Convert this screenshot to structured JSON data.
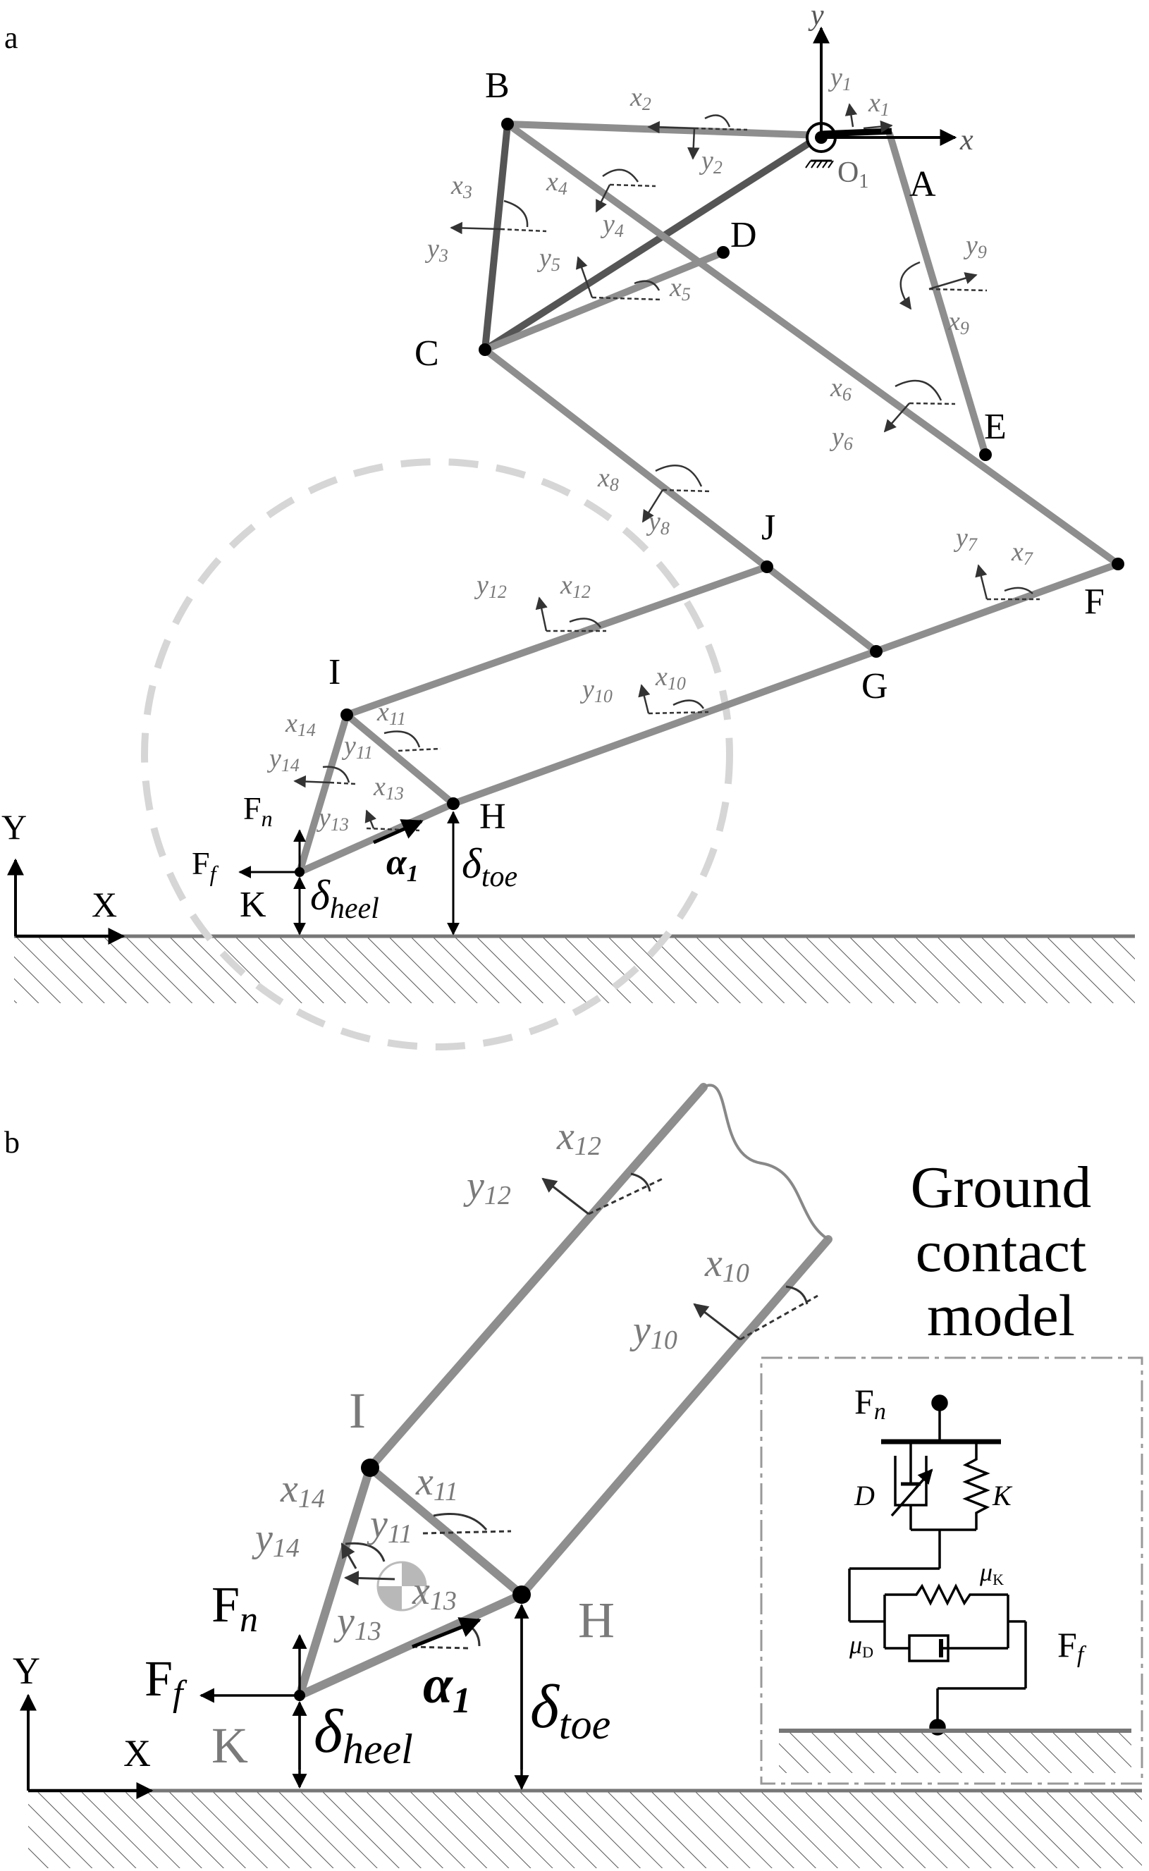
{
  "panels": {
    "a": {
      "label": "a"
    },
    "b": {
      "label": "b"
    }
  },
  "axes": {
    "origin_x": "x",
    "origin_y": "y",
    "origin_name": "O",
    "origin_sub": "1",
    "global_X": "X",
    "global_Y": "Y"
  },
  "points_a": {
    "A": "A",
    "B": "B",
    "C": "C",
    "D": "D",
    "E": "E",
    "F": "F",
    "G": "G",
    "H": "H",
    "I": "I",
    "J": "J",
    "K": "K"
  },
  "frames_a": [
    {
      "x": "x",
      "y": "y",
      "n": "1"
    },
    {
      "x": "x",
      "y": "y",
      "n": "2"
    },
    {
      "x": "x",
      "y": "y",
      "n": "3"
    },
    {
      "x": "x",
      "y": "y",
      "n": "4"
    },
    {
      "x": "x",
      "y": "y",
      "n": "5"
    },
    {
      "x": "x",
      "y": "y",
      "n": "6"
    },
    {
      "x": "x",
      "y": "y",
      "n": "7"
    },
    {
      "x": "x",
      "y": "y",
      "n": "8"
    },
    {
      "x": "x",
      "y": "y",
      "n": "9"
    },
    {
      "x": "x",
      "y": "y",
      "n": "10"
    },
    {
      "x": "x",
      "y": "y",
      "n": "11"
    },
    {
      "x": "x",
      "y": "y",
      "n": "12"
    },
    {
      "x": "x",
      "y": "y",
      "n": "13"
    },
    {
      "x": "x",
      "y": "y",
      "n": "14"
    }
  ],
  "forces": {
    "normal": "F",
    "normal_sub": "n",
    "friction": "F",
    "friction_sub": "f",
    "delta": "δ",
    "heel_sub": "heel",
    "toe_sub": "toe",
    "alpha": "α",
    "alpha_sub": "1"
  },
  "panel_b": {
    "points": {
      "I": "I",
      "H": "H",
      "K": "K"
    },
    "frames": [
      {
        "x": "x",
        "y": "y",
        "n": "10"
      },
      {
        "x": "x",
        "y": "y",
        "n": "11"
      },
      {
        "x": "x",
        "y": "y",
        "n": "12"
      },
      {
        "x": "x",
        "y": "y",
        "n": "13"
      },
      {
        "x": "x",
        "y": "y",
        "n": "14"
      }
    ]
  },
  "contact_model": {
    "title_lines": [
      "Ground",
      "contact",
      "model"
    ],
    "damper": "D",
    "spring": "K",
    "mu": "μ",
    "mu_k_sub": "K",
    "mu_d_sub": "D",
    "force_n": "F",
    "force_n_sub": "n",
    "force_f": "F",
    "force_f_sub": "f"
  },
  "colors": {
    "link": "#8e8e8e",
    "dark_link": "#555555",
    "frame_text": "#7a7a7a",
    "circle": "#d8d8d8"
  }
}
